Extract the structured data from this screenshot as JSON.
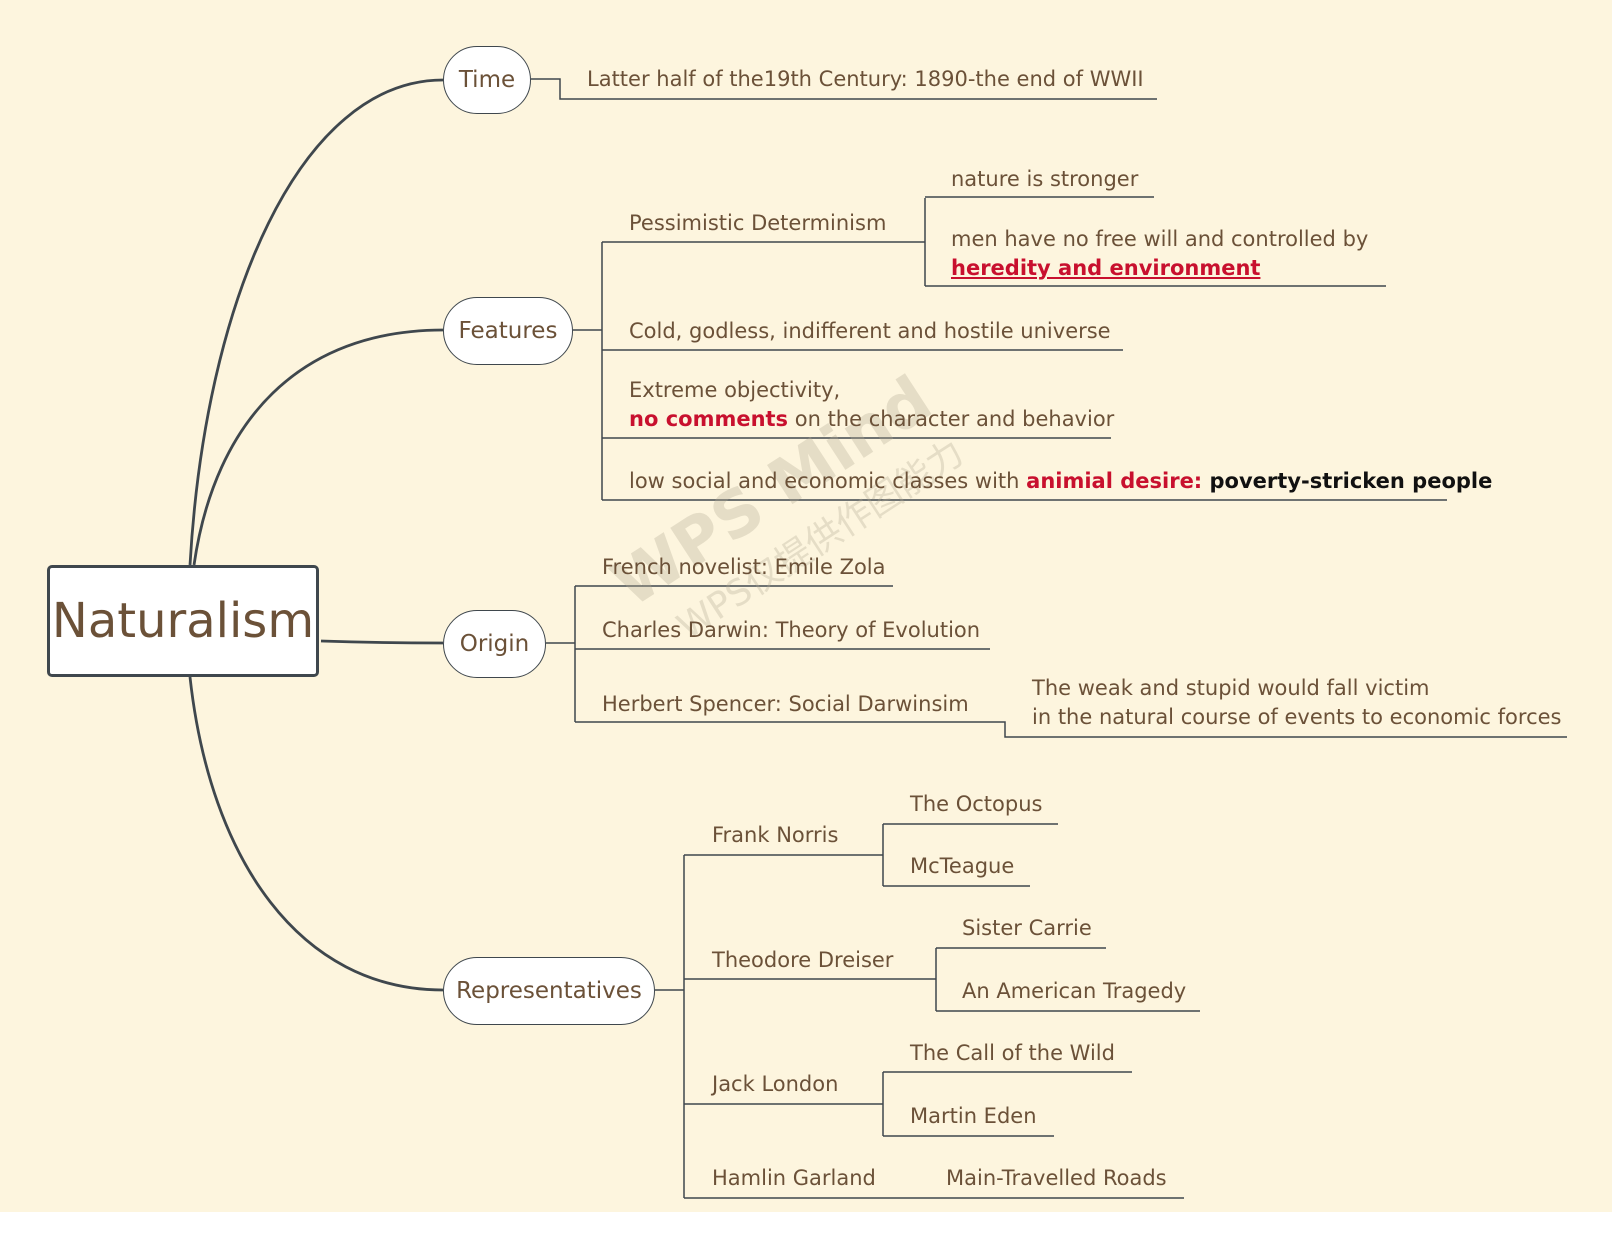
{
  "root": {
    "label": "Naturalism"
  },
  "branches": {
    "time": {
      "label": "Time",
      "items": {
        "period": "Latter half of the19th Century: 1890-the end of WWII"
      }
    },
    "features": {
      "label": "Features",
      "pessimistic": {
        "label": "Pessimistic Determinism",
        "nature": "nature is stronger",
        "men_line1": "men have no free will and controlled by",
        "men_line2": "heredity and environment"
      },
      "cold": "Cold, godless, indifferent and hostile universe",
      "objectivity": {
        "line1": "Extreme objectivity,",
        "line2_highlight": "no comments",
        "line2_rest": " on the character and behavior"
      },
      "classes": {
        "text": "low social and economic classes with ",
        "highlight": "animial desire:",
        "bold": " poverty-stricken people"
      }
    },
    "origin": {
      "label": "Origin",
      "zola": "French novelist: Emile Zola",
      "darwin": "Charles Darwin: Theory of Evolution",
      "spencer": {
        "label": "Herbert Spencer: Social Darwinsim",
        "detail_line1": "The weak and stupid would fall victim",
        "detail_line2": "in the natural course of events to economic forces"
      }
    },
    "representatives": {
      "label": "Representatives",
      "norris": {
        "name": "Frank Norris",
        "works": [
          "The Octopus",
          "McTeague"
        ]
      },
      "dreiser": {
        "name": "Theodore Dreiser",
        "works": [
          "Sister Carrie",
          "An American Tragedy"
        ]
      },
      "london": {
        "name": "Jack London",
        "works": [
          "The Call of the Wild",
          "Martin Eden"
        ]
      },
      "garland": {
        "name": "Hamlin Garland",
        "works": [
          "Main-Travelled Roads"
        ]
      }
    }
  },
  "watermark": {
    "title": "WPS Mind",
    "subtitle": "WPS仅提供作图能力"
  },
  "colors": {
    "background": "#fdf5de",
    "line": "#3f474d",
    "text": "#6b5138",
    "highlight": "#c8102e"
  }
}
